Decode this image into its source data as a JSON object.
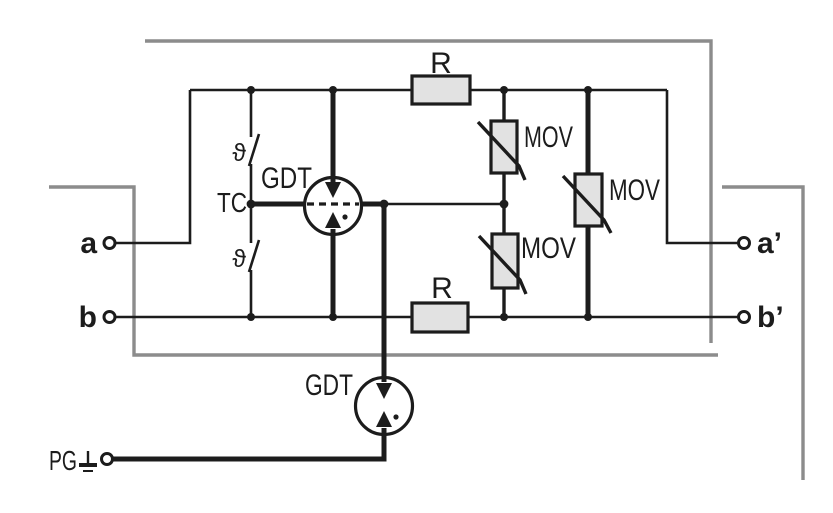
{
  "schematic": {
    "terminals": {
      "a": {
        "label": "a"
      },
      "b": {
        "label": "b"
      },
      "a_out": {
        "label": "a’"
      },
      "b_out": {
        "label": "b’"
      },
      "pg": {
        "label": "PG"
      }
    },
    "components": {
      "r_top": {
        "label": "R"
      },
      "r_bottom": {
        "label": "R"
      },
      "mov_top": {
        "label": "MOV"
      },
      "mov_right": {
        "label": "MOV"
      },
      "mov_bottom": {
        "label": "MOV"
      },
      "gdt_line": {
        "label": "GDT"
      },
      "gdt_ground": {
        "label": "GDT"
      },
      "tc": {
        "label": "TC"
      },
      "theta_top": {
        "label": "ϑ"
      },
      "theta_bottom": {
        "label": "ϑ"
      }
    },
    "colors": {
      "wire": "#1c1c1c",
      "boundary": "#8c8c8c",
      "component_fill": "#e2e2e2",
      "background": "#ffffff"
    }
  }
}
